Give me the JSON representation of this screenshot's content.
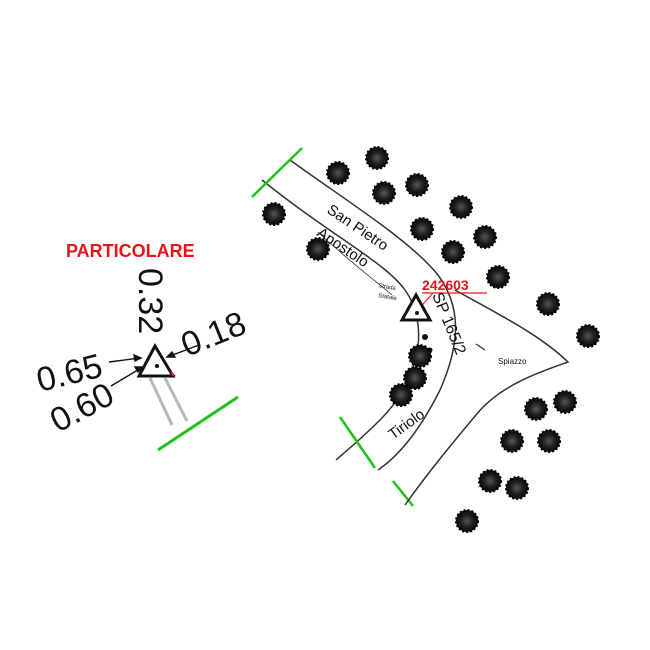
{
  "detail": {
    "title": "PARTICOLARE",
    "dim_top": "0.32",
    "dim_right": "0.18",
    "dim_left_upper": "0.65",
    "dim_left_lower": "0.60",
    "colors": {
      "title": "#e8141b",
      "ground_line": "#22c01a",
      "posts": "#b8b8b8"
    }
  },
  "map": {
    "road_name_line1": "San Pietro",
    "road_name_line2": "Apostolo",
    "road_code": "SP 165/2",
    "road_name_lower": "Tiriolo",
    "sign_id": "242603",
    "area_label": "Spiazzo",
    "small_label_1": "Strada",
    "small_label_2": "Statale",
    "colors": {
      "sign_id": "#e8141b",
      "road_ends": "#22c01a",
      "trees": "#1a1a1a"
    }
  }
}
